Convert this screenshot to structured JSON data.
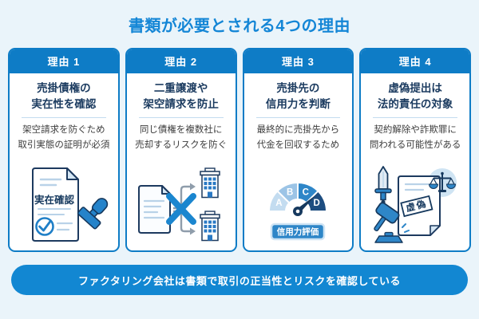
{
  "title": "書類が必要とされる4つの理由",
  "colors": {
    "background": "#eaf4fa",
    "title_text": "#1486d6",
    "card_header_bg": "#0e7cc6",
    "card_border": "#0e7cc6",
    "heading_text": "#1a3a5f",
    "body_text": "#3d3d3d",
    "footer_bg": "#1287d2",
    "illustration_blue": "#2583ca",
    "illustration_navy": "#16395e",
    "gauge_a": "#c3dcf0",
    "gauge_b": "#9cc4e6",
    "gauge_c": "#2e86c8",
    "gauge_d": "#1d4d80"
  },
  "cards": [
    {
      "badge": "理由 1",
      "heading": [
        "売掛債権の",
        "実在性を確認"
      ],
      "body": [
        "架空請求を防ぐため",
        "取引実態の証明が必須"
      ],
      "illustration": {
        "name": "document-existence-check-stamp",
        "label": "実在確認"
      }
    },
    {
      "badge": "理由 2",
      "heading": [
        "二重譲渡や",
        "架空請求を防止"
      ],
      "body": [
        "同じ債権を複数社に",
        "売却するリスクを防ぐ"
      ],
      "illustration": {
        "name": "document-crossed-to-two-companies"
      }
    },
    {
      "badge": "理由 3",
      "heading": [
        "売掛先の",
        "信用力を判断"
      ],
      "body": [
        "最終的に売掛先から",
        "代金を回収するため"
      ],
      "illustration": {
        "name": "credit-rating-gauge",
        "segments": [
          "A",
          "B",
          "C",
          "D"
        ],
        "label": "信用力評価"
      }
    },
    {
      "badge": "理由 4",
      "heading": [
        "虚偽提出は",
        "法的責任の対象"
      ],
      "body": [
        "契約解除や詐欺罪に",
        "問われる可能性がある"
      ],
      "illustration": {
        "name": "legal-penalty-gavel-scales",
        "label": "虚偽"
      }
    }
  ],
  "footer": "ファクタリング会社は書類で取引の正当性とリスクを確認している"
}
